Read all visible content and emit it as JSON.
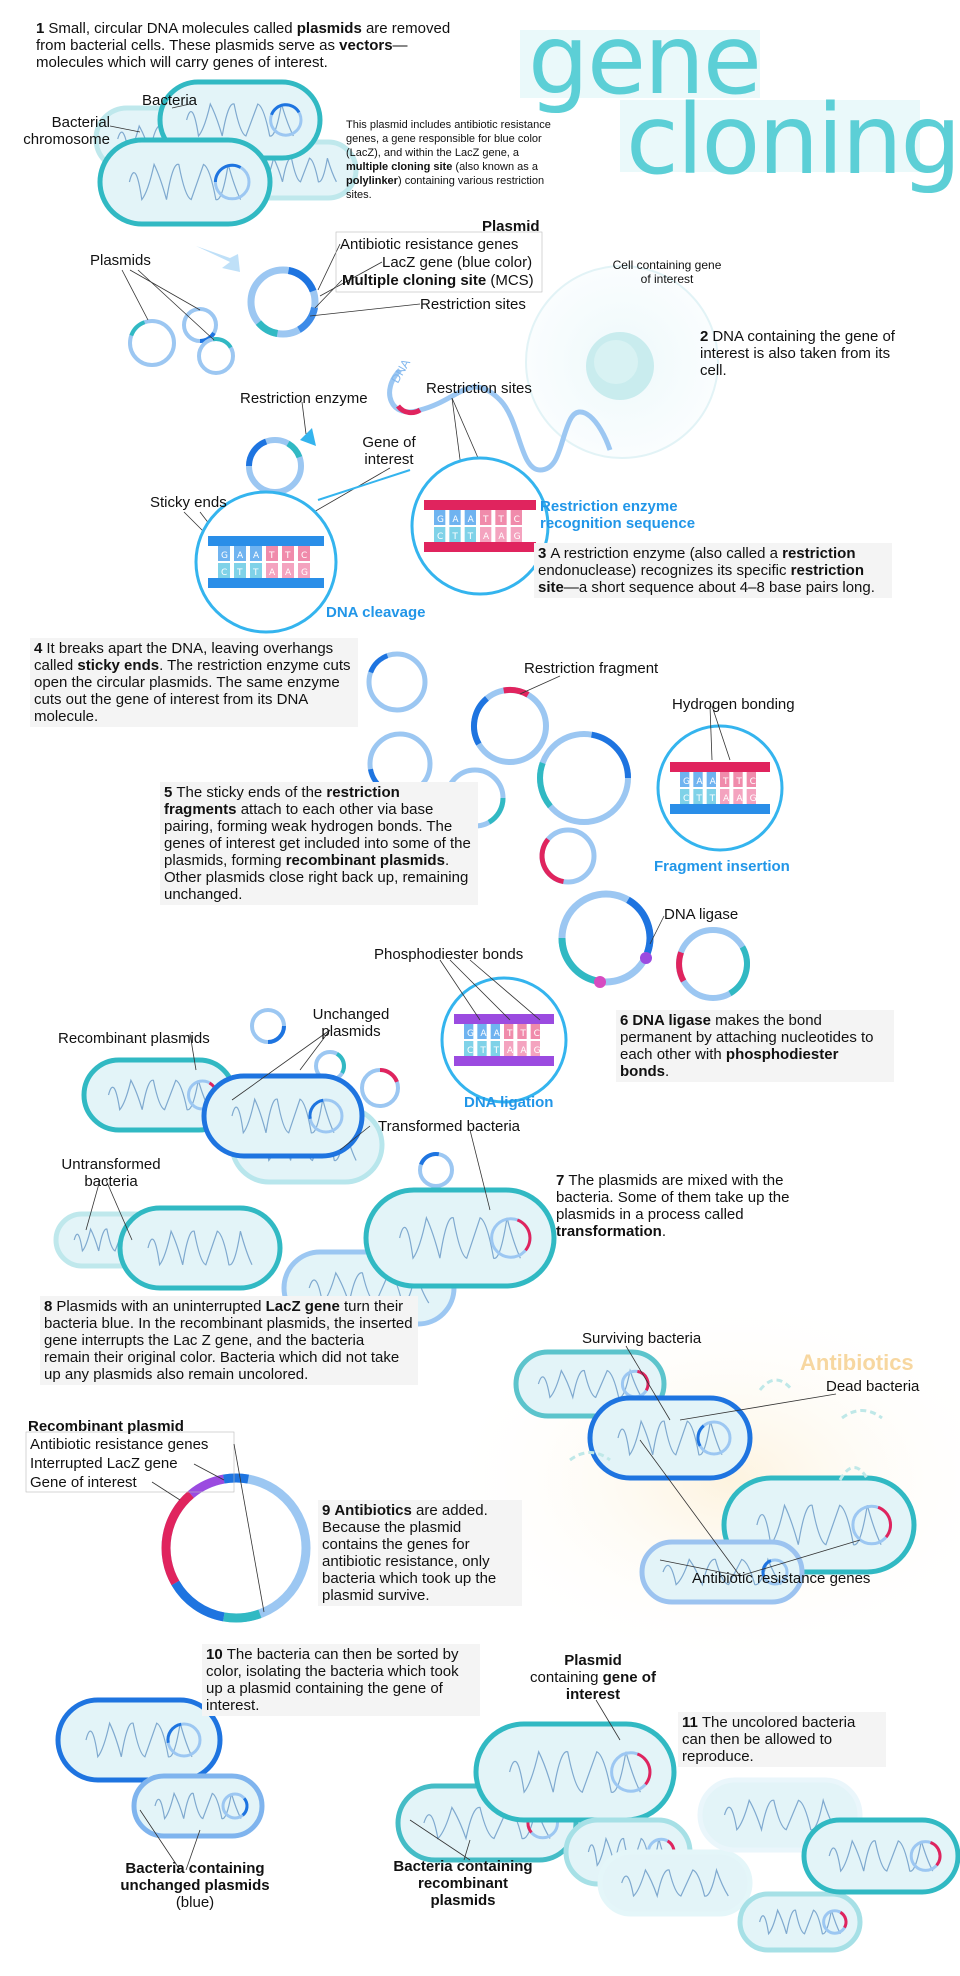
{
  "title": {
    "line1": "gene",
    "line2": "cloning",
    "color": "#5ccfd6"
  },
  "colors": {
    "teal": "#31b9c3",
    "blue": "#1e74e0",
    "light_blue": "#9cc7f2",
    "red": "#e0245e",
    "purple": "#9b4be0",
    "cyan": "#34b4ee"
  },
  "steps": {
    "s1": {
      "num": "1",
      "pre": "Small, circular DNA molecules called ",
      "b1": "plasmids",
      "mid": " are removed from bacterial cells. These plasmids serve as ",
      "b2": "vectors",
      "post": "—molecules which will carry genes of interest."
    },
    "s2": {
      "num": "2",
      "text": "DNA containing the gene of interest is also taken from its cell."
    },
    "s3": {
      "num": "3",
      "pre": "A restriction enzyme (also called a ",
      "b1": "restriction",
      "mid": " endonuclease) recognizes its specific ",
      "b2": "restriction site",
      "post": "—a short sequence about 4–8 base pairs long."
    },
    "s4": {
      "num": "4",
      "pre": "It breaks apart the DNA, leaving overhangs called ",
      "b1": "sticky ends",
      "post": ". The restriction enzyme cuts open the circular plasmids. The same enzyme cuts out the gene of interest from its DNA molecule."
    },
    "s5": {
      "num": "5",
      "pre": "The sticky ends of the ",
      "b1": "restriction fragments",
      "mid": " attach to each other via base pairing, forming weak hydrogen bonds. The genes of interest get included into some of the plasmids, forming ",
      "b2": "recombinant plasmids",
      "post": ". Other plasmids close right back up, remaining unchanged."
    },
    "s6": {
      "num": "6",
      "b1": "DNA ligase",
      "mid": " makes the bond permanent by attaching nucleotides to each other with ",
      "b2": "phosphodiester bonds",
      "post": "."
    },
    "s7": {
      "num": "7",
      "pre": "The plasmids are mixed with the bacteria. Some of them take up the plasmids in a process called ",
      "b1": "transformation",
      "post": "."
    },
    "s8": {
      "num": "8",
      "pre": "Plasmids with an uninterrupted ",
      "b1": "LacZ gene",
      "post": " turn their bacteria blue. In the recombinant plasmids, the inserted gene interrupts the Lac Z gene, and the bacteria remain their original color. Bacteria which did not take up any plasmids also remain uncolored."
    },
    "s9": {
      "num": "9",
      "b1": "Antibiotics",
      "post": " are added. Because the plasmid contains the genes for antibiotic resistance, only bacteria which took up the plasmid survive."
    },
    "s10": {
      "num": "10",
      "text": "The bacteria can then be sorted by color, isolating the bacteria which took up a plasmid containing the gene of interest."
    },
    "s11": {
      "num": "11",
      "text": "The uncolored bacteria can then be allowed to reproduce."
    }
  },
  "plasmid_note": {
    "pre": "This plasmid includes antibiotic resistance genes, a gene responsible for blue color (LacZ), and within the LacZ gene, a ",
    "b1": "multiple cloning site",
    "mid": " (also known as a ",
    "b2": "polylinker",
    "post": ") containing various restriction sites."
  },
  "labels": {
    "bacteria": "Bacteria",
    "bacterial_chromosome": "Bacterial chromosome",
    "plasmids": "Plasmids",
    "plasmid": "Plasmid",
    "antibiotic_resistance_genes": "Antibiotic resistance genes",
    "lacz_gene_b": "LacZ gene",
    "lacz_gene_r": " (blue color)",
    "mcs_b": "Multiple cloning site",
    "mcs_r": " (MCS)",
    "restriction_sites": "Restriction sites",
    "cell_containing": "Cell containing gene of interest",
    "dna": "DNA",
    "restriction_enzyme": "Restriction enzyme",
    "restriction_sites2": "Restriction sites",
    "gene_of_interest": "Gene of interest",
    "sticky_ends": "Sticky ends",
    "recognition_sequence": "Restriction enzyme recognition sequence",
    "dna_cleavage": "DNA cleavage",
    "restriction_fragment": "Restriction fragment",
    "hydrogen_bonding": "Hydrogen bonding",
    "fragment_insertion": "Fragment insertion",
    "dna_ligase": "DNA ligase",
    "phosphodiester_bonds": "Phosphodiester bonds",
    "dna_ligation": "DNA ligation",
    "recombinant_plasmids": "Recombinant plasmids",
    "unchanged_plasmids": "Unchanged plasmids",
    "transformed_bacteria": "Transformed bacteria",
    "untransformed_bacteria": "Untransformed bacteria",
    "surviving_bacteria": "Surviving bacteria",
    "antibiotics": "Antibiotics",
    "dead_bacteria": "Dead bacteria",
    "antibiotic_resistance_genes2": "Antibiotic resistance genes",
    "recombinant_plasmid": "Recombinant plasmid",
    "arg3": "Antibiotic resistance genes",
    "interrupted_lacz": "Interrupted LacZ gene",
    "gene_of_interest2": "Gene of interest",
    "plasmid_containing_b": "Plasmid",
    "plasmid_containing_r": " containing",
    "plasmid_containing_b2": "gene of interest",
    "bacteria_unchanged_b": "Bacteria containing unchanged plasmids",
    "bacteria_unchanged_r": "(blue)",
    "bacteria_recombinant": "Bacteria containing recombinant plasmids"
  },
  "bases": {
    "top": [
      "G",
      "A",
      "A",
      "T",
      "T",
      "C"
    ],
    "bottom": [
      "C",
      "T",
      "T",
      "A",
      "A",
      "G"
    ]
  }
}
